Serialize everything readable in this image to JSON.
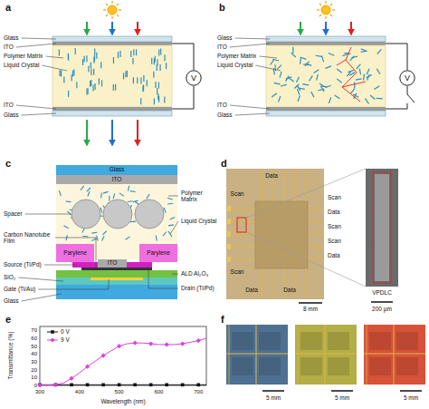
{
  "diagram": {
    "nodes": [
      {
        "text": [
          "V"
        ]
      },
      {
        "text": [
          "V"
        ]
      },
      {
        "text": [
          "Glass"
        ]
      },
      {
        "text": [
          "ITO"
        ]
      },
      {
        "text": [
          "Parylene"
        ]
      },
      {
        "text": [
          "Parylene"
        ]
      },
      {
        "text": [
          "ITO"
        ]
      }
    ],
    "labels": [
      "a",
      "b",
      "c",
      "d",
      "e",
      "f",
      "Glass",
      "ITO",
      "Polymer Matrix",
      "Liquid Crystal",
      "ITO",
      "Glass",
      "Glass",
      "ITO",
      "Polymer Matrix",
      "Liquid Crystal",
      "ITO",
      "Glass",
      "Spacer",
      "Polymer Matrix",
      "Liquid Crystal",
      "Carbon Nanotube Film",
      "Source (Ti/Pd)",
      "ALD Al₂O₃",
      "SiO₂",
      "Gate (Ti/Au)",
      "Drain (Ti/Pd)",
      "Glass",
      "Data",
      "Scan",
      "Scan",
      "Data",
      "Data",
      "Scan",
      "Data",
      "Scan",
      "Scan",
      "Data",
      "8 mm",
      "200 µm",
      "VPDLC",
      "Transmittance (%)",
      "Wavelength (nm)",
      "0",
      "10",
      "20",
      "30",
      "40",
      "50",
      "60",
      "70",
      "300",
      "400",
      "500",
      "600",
      "700",
      "5 mm",
      "5 mm",
      "5 mm"
    ],
    "legend": [
      {
        "text": "0 V"
      },
      {
        "text": "9 V"
      }
    ]
  }
}
